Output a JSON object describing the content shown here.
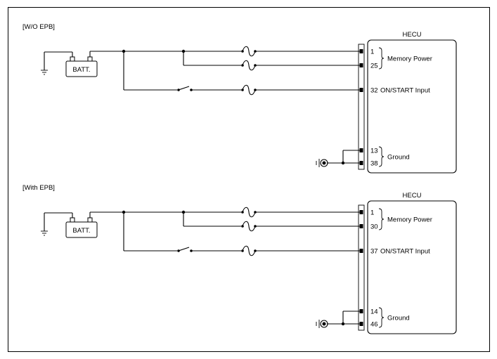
{
  "sections": [
    {
      "heading": "[W/O EPB]",
      "ecu_title": "HECU",
      "battery_label": "BATT.",
      "memory_pins": [
        "1",
        "25"
      ],
      "memory_label": "Memory Power",
      "ignition_pin": "32",
      "ignition_label": "ON/START Input",
      "ground_pins": [
        "13",
        "38"
      ],
      "ground_label": "Ground"
    },
    {
      "heading": "[With EPB]",
      "ecu_title": "HECU",
      "battery_label": "BATT.",
      "memory_pins": [
        "1",
        "30"
      ],
      "memory_label": "Memory Power",
      "ignition_pin": "37",
      "ignition_label": "ON/START Input",
      "ground_pins": [
        "14",
        "46"
      ],
      "ground_label": "Ground"
    }
  ],
  "icons": {
    "battery": "battery-icon",
    "fuse": "fuse-icon",
    "switch": "ignition-switch-icon",
    "ground": "ground-icon",
    "chassis_ground": "chassis-ground-icon",
    "connector": "connector-pin-icon",
    "brace": "brace-icon"
  }
}
